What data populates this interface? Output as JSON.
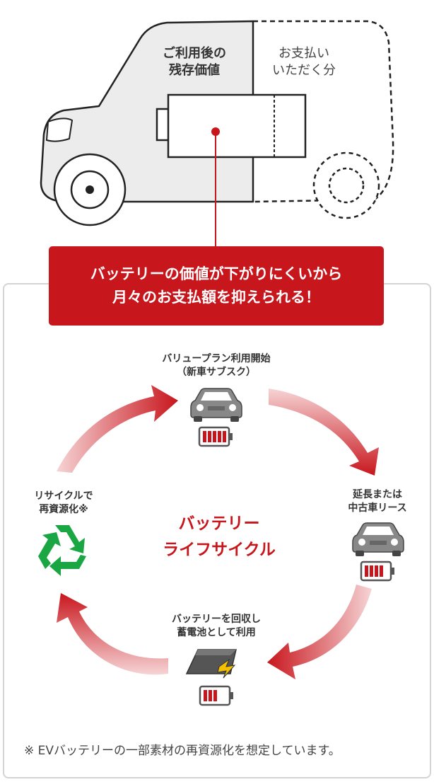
{
  "car_section": {
    "residual_label_line1": "ご利用後の",
    "residual_label_line2": "残存価値",
    "payment_label_line1": "お支払い",
    "payment_label_line2": "いただく分"
  },
  "banner": {
    "line1": "バッテリーの価値が下がりにくいから",
    "line2": "月々のお支払額を抑えられる！"
  },
  "lifecycle": {
    "center_title_line1": "バッテリー",
    "center_title_line2": "ライフサイクル",
    "stages": {
      "start": {
        "line1": "バリュープラン利用開始",
        "line2": "（新車サブスク）"
      },
      "extend": {
        "line1": "延長または",
        "line2": "中古車リース"
      },
      "collect": {
        "line1": "バッテリーを回収し",
        "line2": "蓄電池として利用"
      },
      "recycle": {
        "line1": "リサイクルで",
        "line2": "再資源化※"
      }
    }
  },
  "footnote": "※ EVバッテリーの一部素材の再資源化を想定しています。",
  "colors": {
    "brand_red": "#c8161d",
    "recycle_green": "#1aa642",
    "frame_gray": "#d4d4d4"
  }
}
